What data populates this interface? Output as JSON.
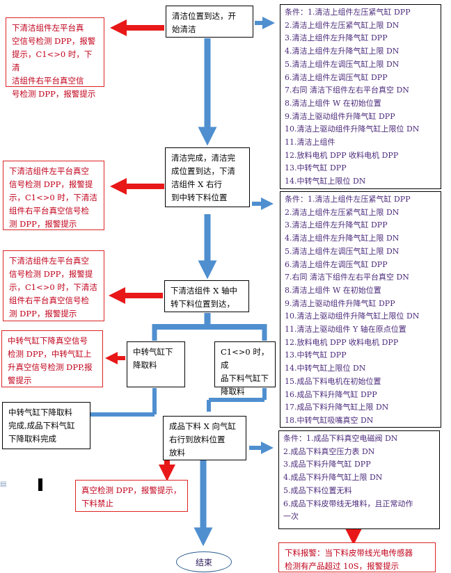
{
  "steps": {
    "s1": "清洁位置到达，开\n始清洁",
    "s2": "清洁完成，清洁完\n成位置到达，下清\n洁组件 X 右行\n到中转下料位置",
    "s3": "下清洁组件 X 轴中\n转下料位置到达，",
    "s4a": "中转气缸下\n降取料",
    "s4b": "C1<>0 时，成\n品下料气缸下\n降取料",
    "s5": "中转气缸下降取料\n完成,成品下料气缸\n下降取料完成",
    "s6": "成品下料 X 向气缸\n右行到放料位置\n放料"
  },
  "alarms": {
    "a1": "下清洁组件左平台真\n空信号检测 DPP，报警\n提示，C1<>0 时，下清\n洁组件右平台真空信\n号检测 DPP，报警提示",
    "a2": "下清洁组件左平台真空\n信号检测 DPP，报警提\n示，C1<>0 时，下清洁\n组件右平台真空信号检\n测 DPP，报警提示",
    "a3": "下清洁组件左平台真空\n信号检测 DPP，报警提\n示，C1<>0 时，下清洁\n组件右平台真空信号检\n测 DPP，报警提示",
    "a4": "中转气缸下降真空信号\n检测 DPP，中转气缸上\n升真空信号检测 DPP,报\n警提示",
    "a5": "真空检测 DPP，报警提示，\n下料禁止",
    "a6": "下料报警：当下料皮带线光电传感器\n检测有产品超过 10S，报警提示"
  },
  "conditions1": [
    "条件：1.清洁上组件左压紧气缸 DPP",
    "2.清洁上组件左压紧气缸上限 DN",
    "3.清洁上组件左升降气缸 DPP",
    "4.清洁上组件左升降气缸上限 DN",
    "5.清洁上组件左调压气缸上限 DN",
    "6.清洁上组件左调压气缸 DPP",
    "7.右同 清洁下组件左右平台真空 DN",
    "8.清洁上组件 W 在初始位置",
    "9.清洁上驱动组件升降气缸 DPP",
    "10.清洁上驱动组件升降气缸上限位 DN",
    "11.清洁上组件",
    "12.放料电机 DPP 收料电机 DPP",
    "13.中转气缸 DPP",
    "14.中转气缸上限位 DN"
  ],
  "conditions2": [
    "条件：1.清洁上组件左压紧气缸 DPP",
    "2.清洁上组件左压紧气缸上限 DN",
    "3.清洁上组件左升降气缸 DPP",
    "4.清洁上组件左升降气缸上限 DN",
    "5.清洁上组件左调压气缸上限 DN",
    "6.清洁上组件左调压气缸 DPP",
    "7.右同 清洁下组件左右平台真空 DN",
    "8.清洁上组件 W 在初始位置",
    "9.清洁上驱动组件升降气缸 DPP",
    "10.清洁上驱动组件升降气缸上限位 DN",
    "11.清洁上驱动组件 Y 轴在原点位置",
    "12.放料电机 DPP 收料电机 DPP",
    "13.中转气缸 DPP",
    "14.中转气缸上限位 DN",
    "15.成品下料电机在初始位置",
    "16.成品下料升降气缸 DPP",
    "17.成品下料升降气缸上限 DN",
    "18.中转气缸吸嘴真空 DN"
  ],
  "conditions3": [
    "条件：1.成品下料真空电磁阀 DN",
    "2.成品下料真空压力表 DN",
    "3.成品下料升降气缸 DPP",
    "4.成品下料升降气缸上限 DN",
    "5.成品下料位置无料",
    "6.成品下料皮带线无堆料，且正常动作",
    "一次"
  ],
  "end_label": "结束",
  "colors": {
    "flow_arrow": "#4f8fcf",
    "alarm_arrow": "#e81818",
    "alarm_text": "#c0001a",
    "condition_text": "#4a2a7a"
  }
}
